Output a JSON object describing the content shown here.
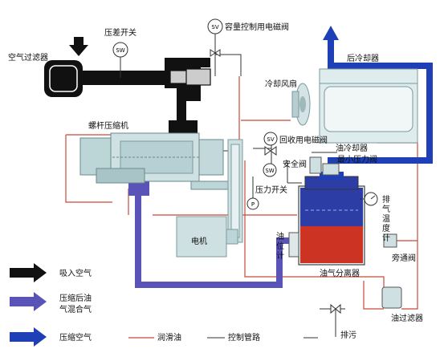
{
  "labels": {
    "air_filter": "空气过滤器",
    "pressure_switch_diff": "压差开关",
    "capacity_valve": "容量控制用电磁阀",
    "after_cooler": "后冷却器",
    "cooling_fan": "冷却风扇",
    "screw_compressor": "螺杆压缩机",
    "oil_cooler": "油冷却器",
    "recovery_valve": "回收用电磁阀",
    "safety_valve": "安全阀",
    "min_pressure_valve": "最小压力阀",
    "pressure_switch": "压力开关",
    "discharge_temp_gauge": [
      "排",
      "气",
      "温",
      "度",
      "计"
    ],
    "motor": "电机",
    "oil_level_gauge": [
      "油",
      "位",
      "计"
    ],
    "bypass_valve": "旁通阀",
    "oil_separator": "油气分离器",
    "oil_filter": "油过滤器",
    "drain": "排污",
    "sw": "SW",
    "sv": "SV",
    "p": "P"
  },
  "legend": {
    "intake_air": "吸入空气",
    "mixed_line1": "压缩后油",
    "mixed_line2": "气混合气",
    "compressed_air": "压缩空气",
    "lube_oil": "润滑油",
    "control_pipe": "控制管路"
  },
  "colors": {
    "intake_air": "#111111",
    "mixed_gas": "#5a53b8",
    "compressed_air": "#1e3fb5",
    "oil": "#cc3322",
    "lube_line": "#c84a3a",
    "control_line": "#333333"
  }
}
